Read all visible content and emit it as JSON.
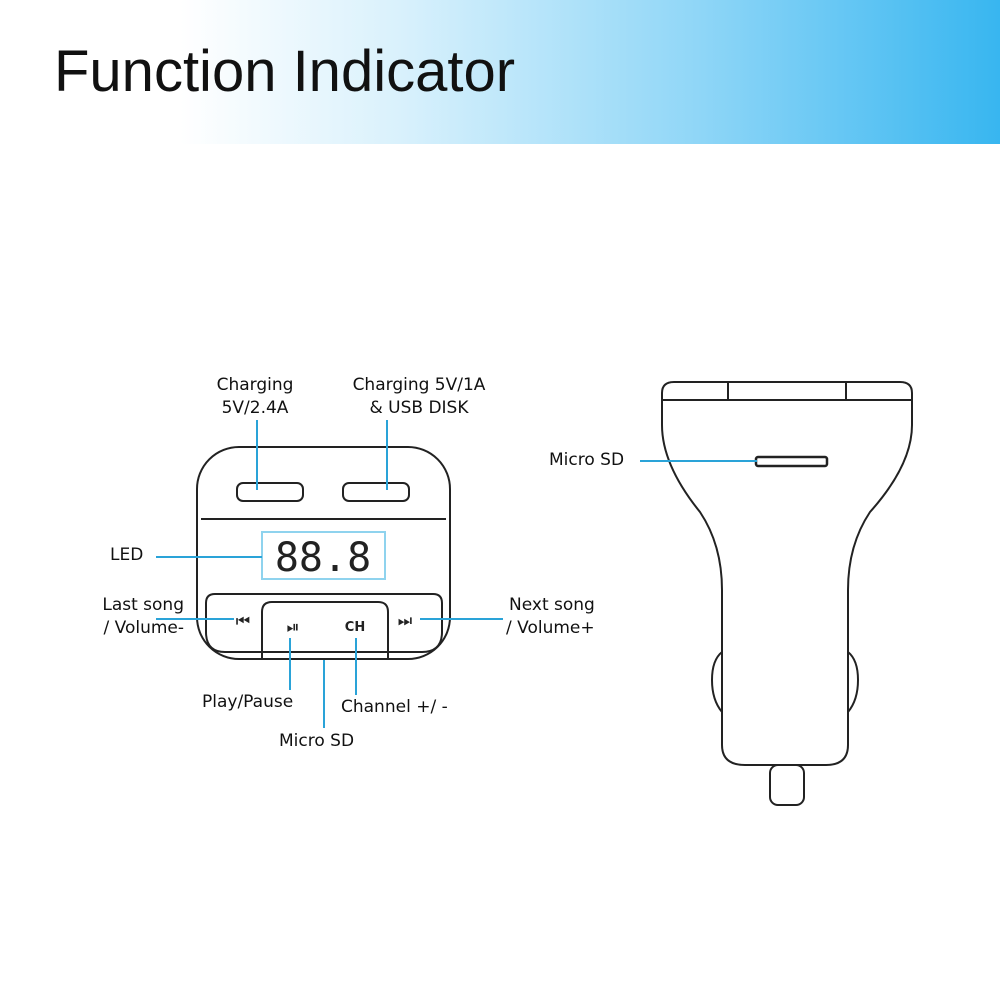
{
  "banner": {
    "title": "Function Indicator"
  },
  "front_view": {
    "display_text": "88.8",
    "button_prev_glyph": "⏮",
    "button_play_glyph": "⏯",
    "button_ch_text": "CH",
    "button_next_glyph": "⏭",
    "labels": {
      "charging_left_line1": "Charging",
      "charging_left_line2": "5V/2.4A",
      "charging_right_line1": "Charging 5V/1A",
      "charging_right_line2": "& USB DISK",
      "led": "LED",
      "last_song_line1": "Last song",
      "last_song_line2": "/ Volume-",
      "next_song_line1": "Next song",
      "next_song_line2": "/ Volume+",
      "play_pause": "Play/Pause",
      "channel": "Channel +/ -",
      "micro_sd": "Micro SD"
    }
  },
  "side_view": {
    "labels": {
      "micro_sd": "Micro SD"
    }
  },
  "colors": {
    "callout": "#2aa3d8",
    "outline": "#222222",
    "led_box": "#8fd3ee"
  }
}
